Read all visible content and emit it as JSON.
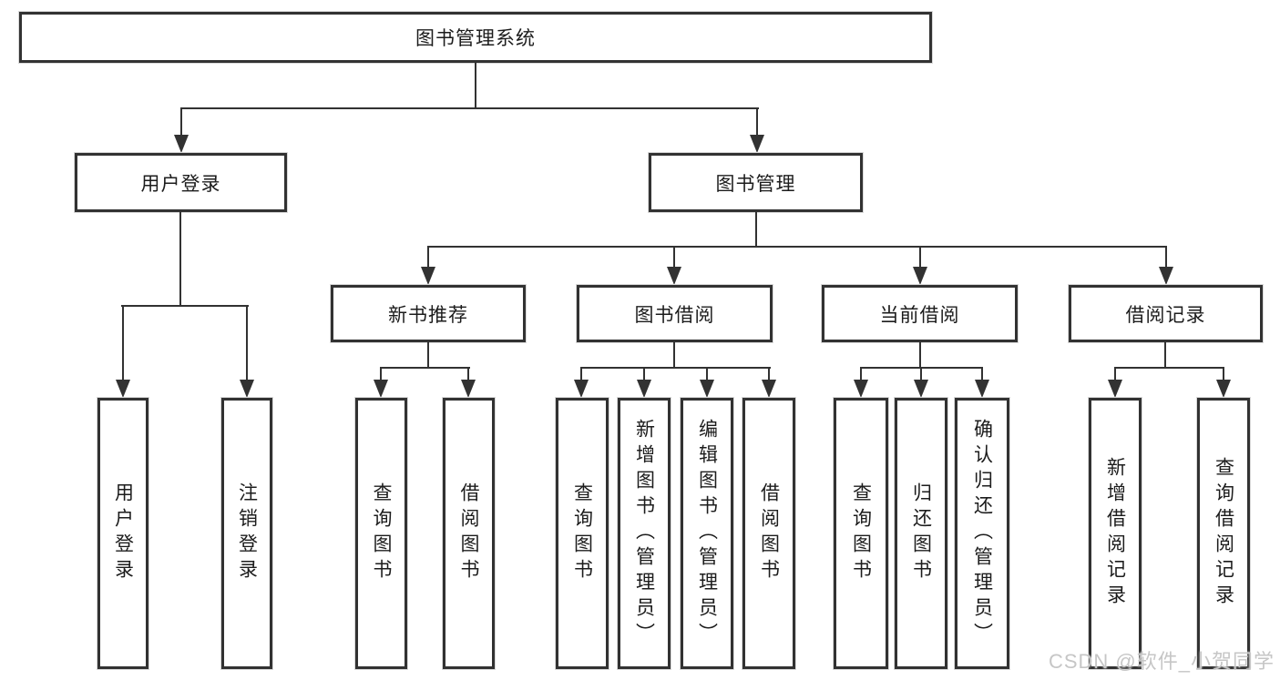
{
  "diagram": {
    "type": "tree",
    "line_color": "#323232",
    "background": "#ffffff",
    "root": {
      "label": "图书管理系统"
    },
    "level2": {
      "user_login": {
        "label": "用户登录"
      },
      "book_mgmt": {
        "label": "图书管理"
      }
    },
    "level3": {
      "new_book_rec": {
        "label": "新书推荐"
      },
      "book_borrow": {
        "label": "图书借阅"
      },
      "current_borrow": {
        "label": "当前借阅"
      },
      "borrow_records": {
        "label": "借阅记录"
      }
    },
    "leaves": {
      "user_login_leaf": {
        "label": "用户登录",
        "parent": "用户登录"
      },
      "logout_leaf": {
        "label": "注销登录",
        "parent": "用户登录"
      },
      "query_books_1": {
        "label": "查询图书",
        "parent": "新书推荐"
      },
      "borrow_books_1": {
        "label": "借阅图书",
        "parent": "新书推荐"
      },
      "query_books_2": {
        "label": "查询图书",
        "parent": "图书借阅"
      },
      "add_books": {
        "label": "新增图书（管理员）",
        "parent": "图书借阅"
      },
      "edit_books": {
        "label": "编辑图书（管理员）",
        "parent": "图书借阅"
      },
      "borrow_books_2": {
        "label": "借阅图书",
        "parent": "图书借阅"
      },
      "query_books_3": {
        "label": "查询图书",
        "parent": "当前借阅"
      },
      "return_books": {
        "label": "归还图书",
        "parent": "当前借阅"
      },
      "confirm_return": {
        "label": "确认归还（管理员）",
        "parent": "当前借阅"
      },
      "add_borrow_record": {
        "label": "新增借阅记录",
        "parent": "借阅记录"
      },
      "query_borrow_record": {
        "label": "查询借阅记录",
        "parent": "借阅记录"
      }
    }
  },
  "watermark": {
    "text": "CSDN @软件_小贺同学"
  }
}
